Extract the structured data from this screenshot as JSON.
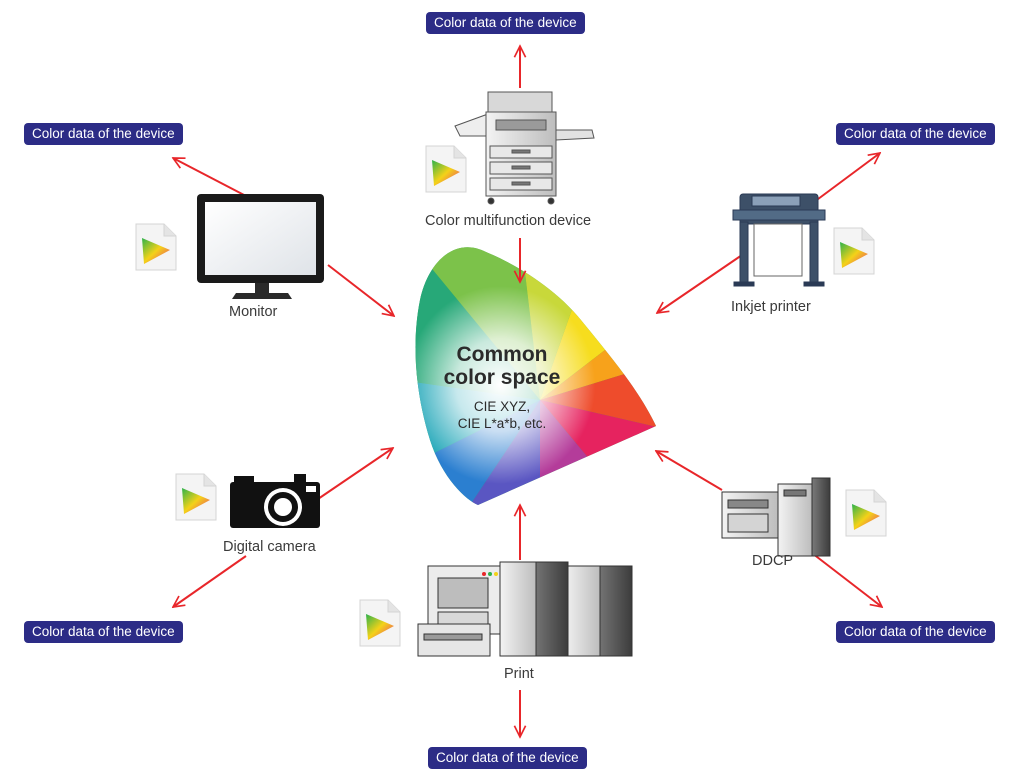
{
  "center": {
    "title_line1": "Common",
    "title_line2": "color space",
    "sub_line1": "CIE XYZ,",
    "sub_line2": "CIE L*a*b, etc."
  },
  "devices": {
    "mfd": "Color multifunction device",
    "monitor": "Monitor",
    "inkjet": "Inkjet printer",
    "camera": "Digital camera",
    "ddcp": "DDCP",
    "print": "Print"
  },
  "badge_text": "Color data of the device",
  "colors": {
    "badge_bg": "#2c2c86",
    "arrow": "#e8262a",
    "label_text": "#3a3a3a"
  }
}
